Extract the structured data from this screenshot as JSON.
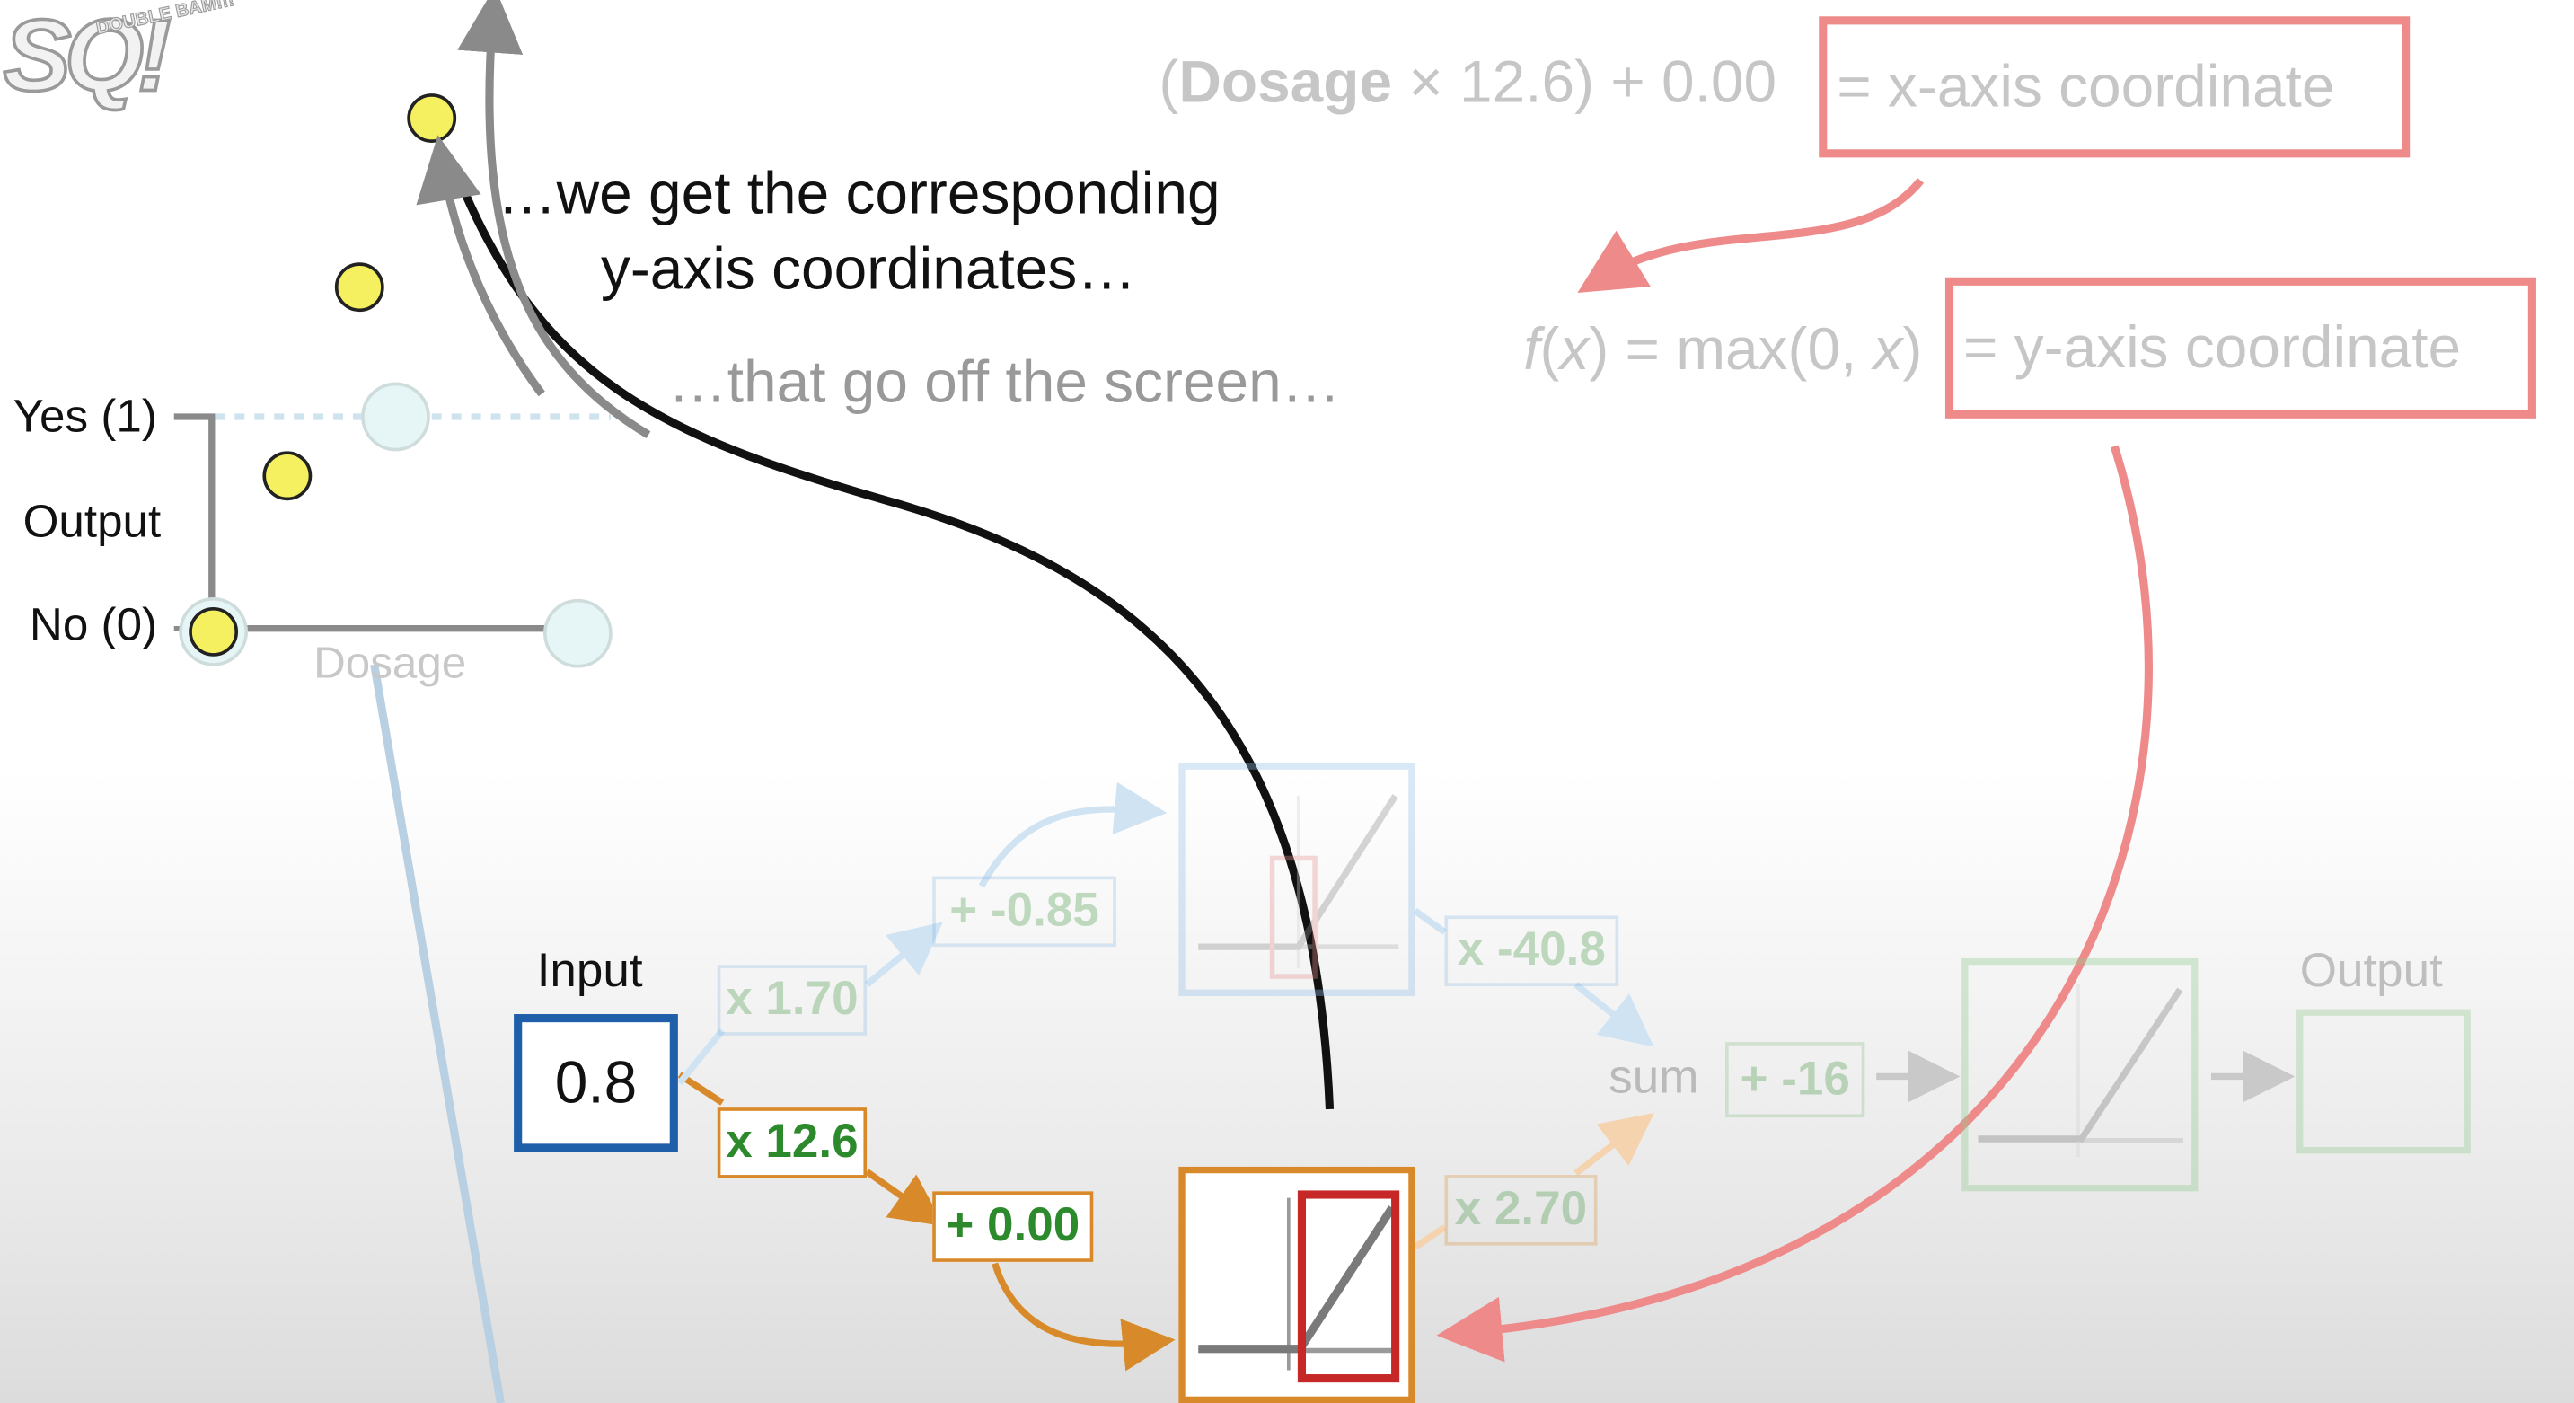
{
  "logo": {
    "text": "SQ!",
    "tag": "DOUBLE BAM!!!"
  },
  "colors": {
    "orange": "#d88a2a",
    "green": "#2c8a2c",
    "blue": "#1f5ea8",
    "red": "#c62828",
    "pink": "#ef9a9a",
    "light_blue": "#a9cbe8",
    "gray": "#8a8a8a"
  },
  "graph": {
    "yes_label": "Yes (1)",
    "no_label": "No (0)",
    "output_label": "Output",
    "x_label": "Dosage"
  },
  "annotations": {
    "line1": "…we get the corresponding",
    "line2": "y-axis coordinates…",
    "offscreen": "…that go off the screen…"
  },
  "equations": {
    "x_eq_dosage": "Dosage",
    "x_eq_rest": " × 12.6) + 0.00 ",
    "x_eq_open": "(",
    "x_coord": "= x-axis coordinate",
    "y_eq_f": "f",
    "y_eq_x": "x",
    "y_eq_mid": ") = max(0, ",
    "y_eq_x2": "x",
    "y_eq_close": ") ",
    "y_eq_paren": "(",
    "y_coord": "= y-axis coordinate"
  },
  "network": {
    "input_label": "Input",
    "input_value": "0.8",
    "w_top": "x 1.70",
    "b_top": "+ -0.85",
    "w_top_out": "x -40.8",
    "w_bottom": "x 12.6",
    "b_bottom": "+ 0.00",
    "w_bottom_out": "x 2.70",
    "sum_label": "sum",
    "sum_bias": "+ -16",
    "output_label": "Output"
  }
}
